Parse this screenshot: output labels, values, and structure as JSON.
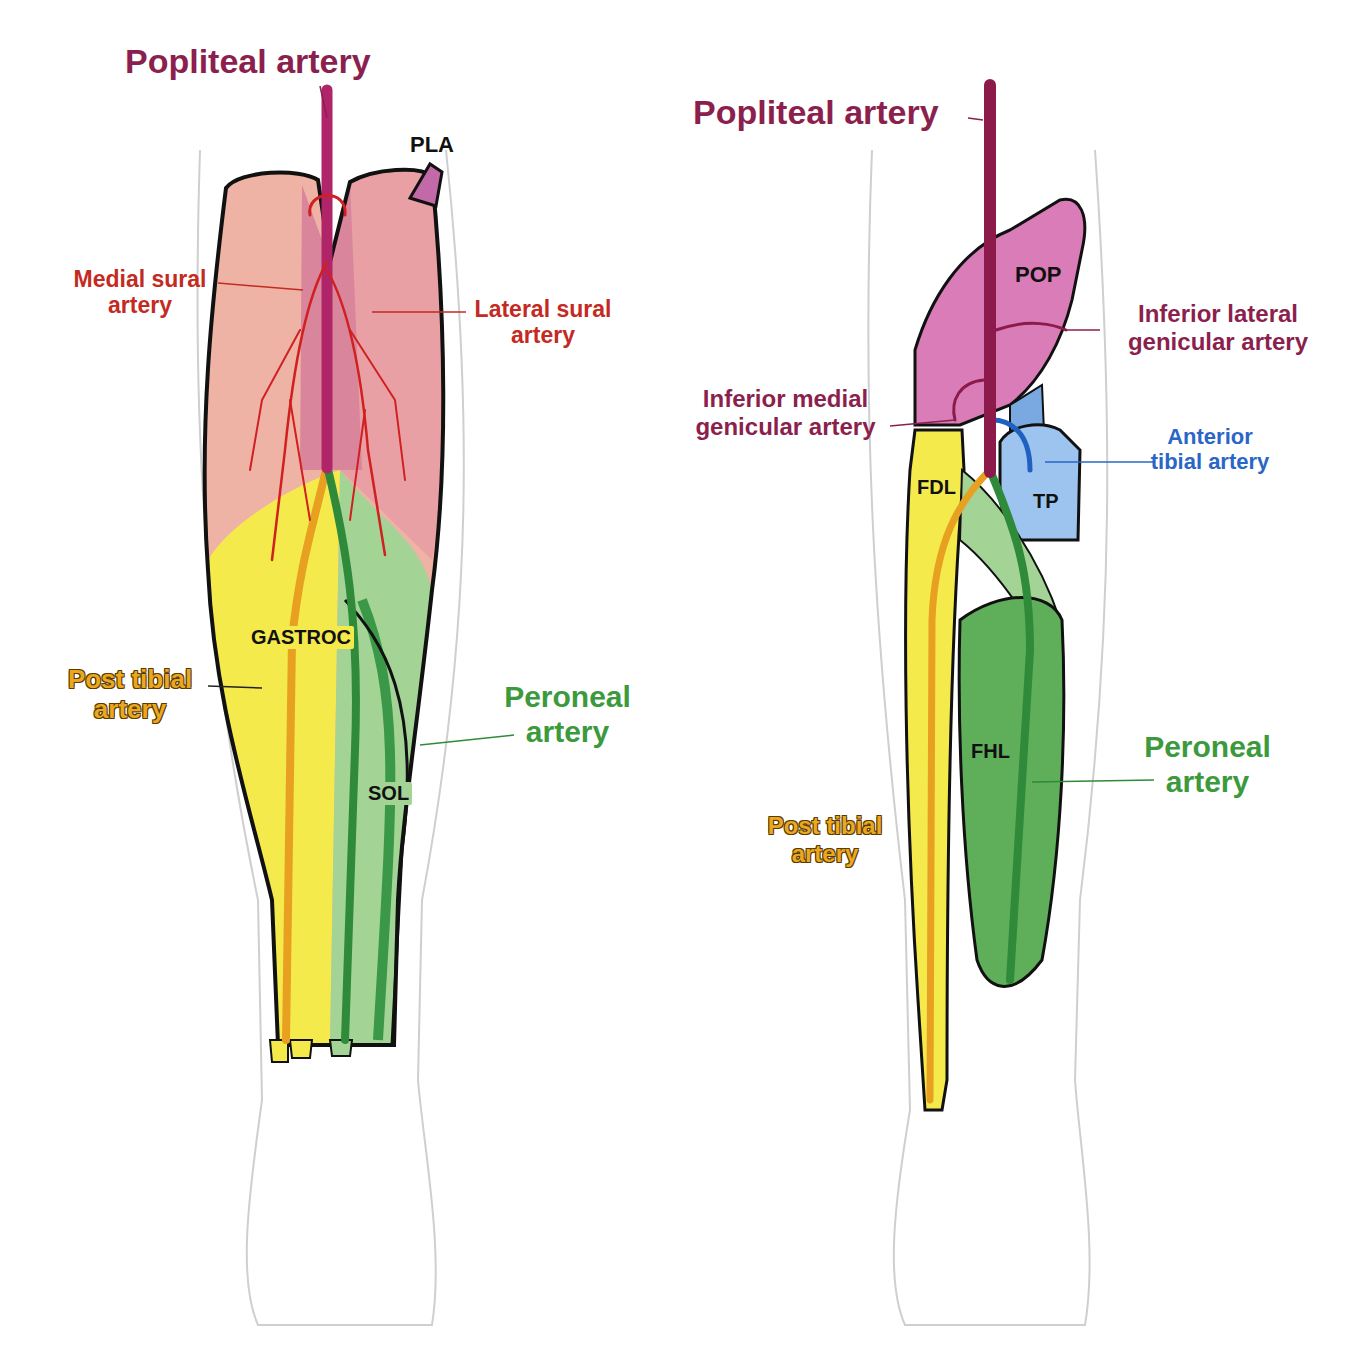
{
  "diagram": {
    "labels": [
      "Popliteal artery",
      "PLA",
      "Medial sural artery",
      "Lateral sural artery",
      "GASTROC",
      "Post tibial artery",
      "Peroneal artery",
      "SOL",
      "Popliteal artery",
      "POP",
      "Inferior lateral genicular artery",
      "Inferior medial genicular artery",
      "Anterior tibial artery",
      "FDL",
      "TP",
      "FHL",
      "Peroneal artery",
      "Post tibial artery"
    ]
  }
}
